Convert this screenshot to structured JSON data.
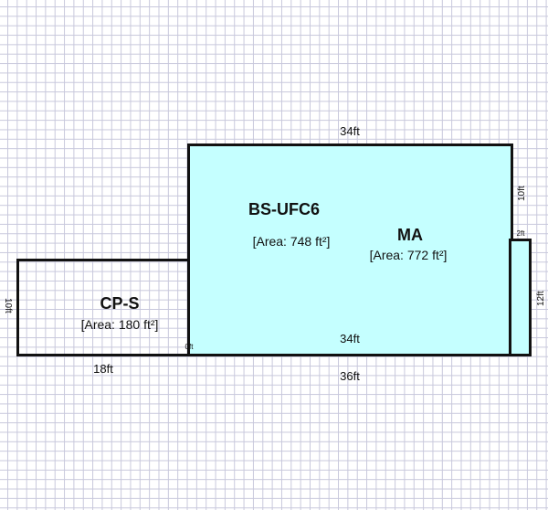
{
  "rooms": [
    {
      "name": "CP-S",
      "area": "[Area: 180 ft²]"
    },
    {
      "name": "BS-UFC6",
      "area": "[Area: 748 ft²]"
    },
    {
      "name": "MA",
      "area": "[Area: 772 ft²]"
    }
  ],
  "dimensions": {
    "top": "34ft",
    "right_upper": "10ft",
    "right_step": "2ft",
    "right_lower": "12ft",
    "inner_bottom": "34ft",
    "outer_bottom": "36ft",
    "cps_bottom": "18ft",
    "cps_left": "10ft",
    "corner": "0ft"
  },
  "colors": {
    "room_fill": "#c5ffff",
    "wall": "#111111",
    "grid": "#c8c8dc"
  }
}
